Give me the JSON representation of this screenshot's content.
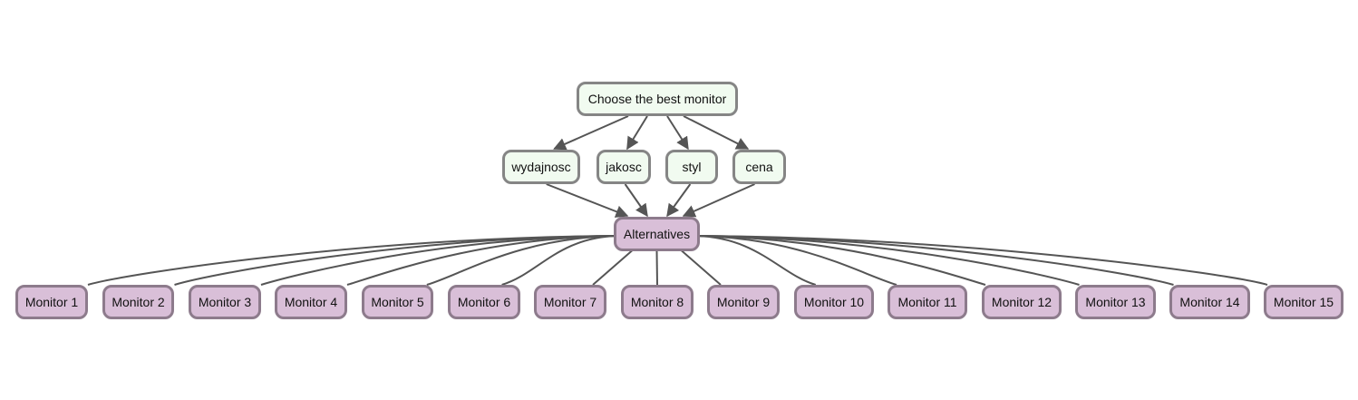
{
  "colors": {
    "goal_fill": "#f1fbf0",
    "goal_border": "#858585",
    "alternative_fill": "#d9bfd8",
    "alternative_border": "#8d7b8c",
    "edge": "#555555"
  },
  "goal": {
    "label": "Choose the best monitor"
  },
  "criteria": [
    {
      "label": "wydajnosc"
    },
    {
      "label": "jakosc"
    },
    {
      "label": "styl"
    },
    {
      "label": "cena"
    }
  ],
  "hub": {
    "label": "Alternatives"
  },
  "alternatives": [
    {
      "label": "Monitor 1"
    },
    {
      "label": "Monitor 2"
    },
    {
      "label": "Monitor 3"
    },
    {
      "label": "Monitor 4"
    },
    {
      "label": "Monitor 5"
    },
    {
      "label": "Monitor 6"
    },
    {
      "label": "Monitor 7"
    },
    {
      "label": "Monitor 8"
    },
    {
      "label": "Monitor 9"
    },
    {
      "label": "Monitor 10"
    },
    {
      "label": "Monitor 11"
    },
    {
      "label": "Monitor 12"
    },
    {
      "label": "Monitor 13"
    },
    {
      "label": "Monitor 14"
    },
    {
      "label": "Monitor 15"
    }
  ]
}
